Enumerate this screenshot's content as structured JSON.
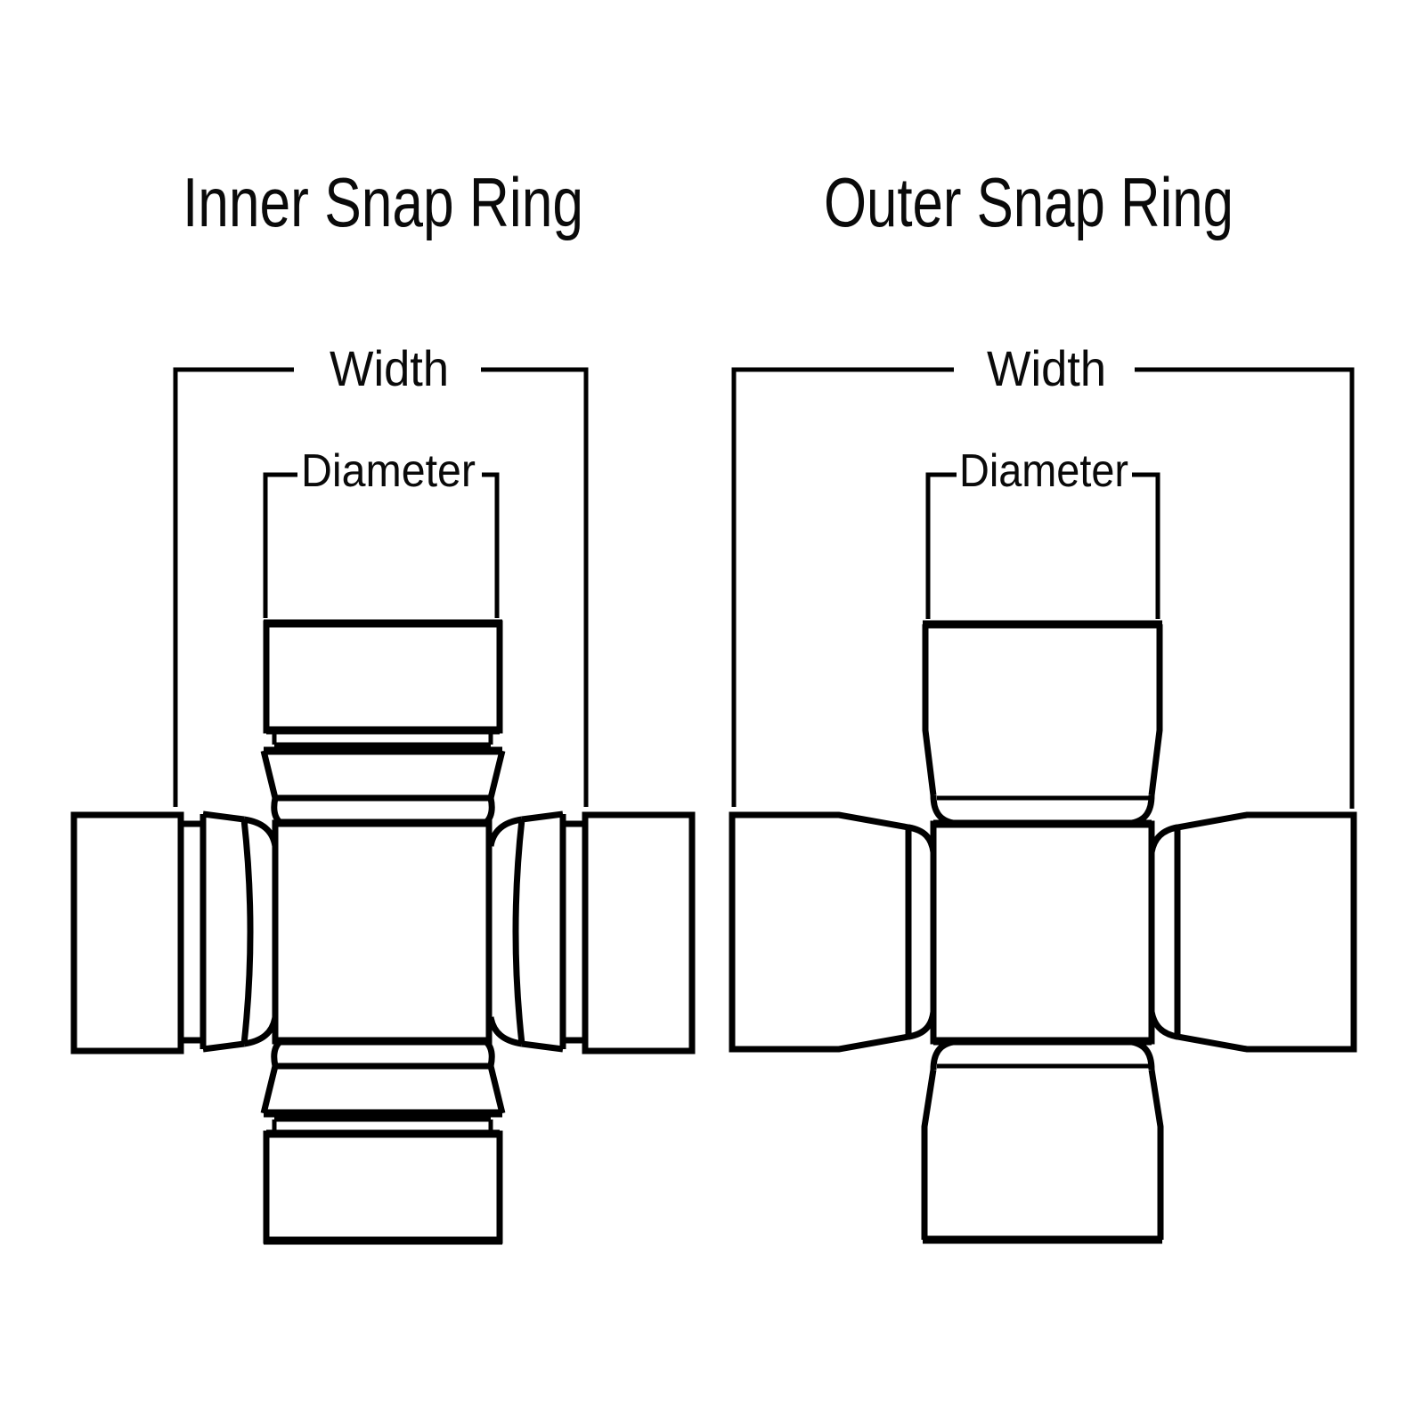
{
  "page": {
    "background_color": "#ffffff",
    "line_color": "#000000"
  },
  "diagrams": {
    "inner": {
      "title": "Inner Snap Ring",
      "labels": {
        "width": "Width",
        "diameter": "Diameter"
      }
    },
    "outer": {
      "title": "Outer Snap Ring",
      "labels": {
        "width": "Width",
        "diameter": "Diameter"
      }
    }
  }
}
